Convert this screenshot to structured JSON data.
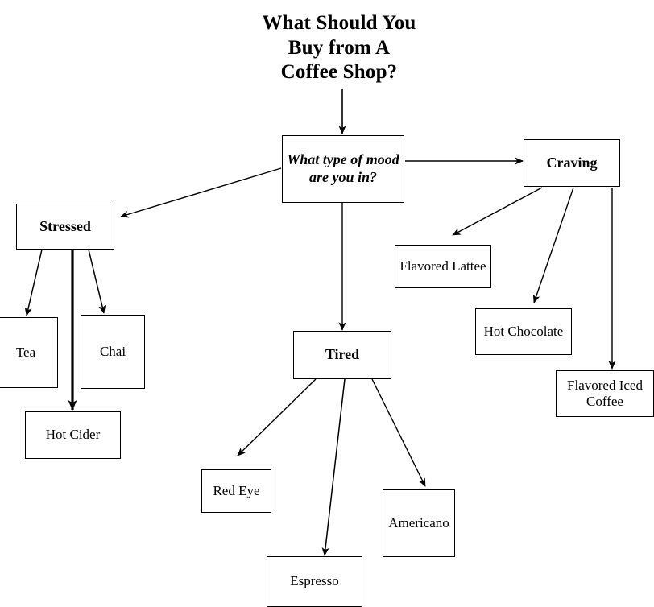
{
  "title": {
    "line1": "What Should You",
    "line2": "Buy from A",
    "line3": "Coffee Shop?"
  },
  "diagram": {
    "type": "flowchart",
    "orientation": "top-down",
    "line_color": "#000000",
    "background_color": "#ffffff",
    "nodes": [
      {
        "id": "mood",
        "label": "What type of mood are you in?",
        "label_line1": "What type of mood",
        "label_line2": "are you in?",
        "role": "decision"
      },
      {
        "id": "stressed",
        "label": "Stressed",
        "role": "branch"
      },
      {
        "id": "craving",
        "label": "Craving",
        "role": "branch"
      },
      {
        "id": "tired",
        "label": "Tired",
        "role": "branch"
      },
      {
        "id": "tea",
        "label": "Tea",
        "role": "leaf"
      },
      {
        "id": "chai",
        "label": "Chai",
        "role": "leaf"
      },
      {
        "id": "hotcider",
        "label": "Hot Cider",
        "role": "leaf"
      },
      {
        "id": "lattee",
        "label": "Flavored Lattee",
        "role": "leaf"
      },
      {
        "id": "hotchoc",
        "label": "Hot Chocolate",
        "role": "leaf"
      },
      {
        "id": "icedcoffee",
        "label": "Flavored Iced Coffee",
        "label_line1": "Flavored Iced",
        "label_line2": "Coffee",
        "role": "leaf"
      },
      {
        "id": "redeye",
        "label": "Red Eye",
        "role": "leaf"
      },
      {
        "id": "espresso",
        "label": "Espresso",
        "role": "leaf"
      },
      {
        "id": "americano",
        "label": "Americano",
        "role": "leaf"
      }
    ],
    "edges": [
      {
        "from": "title",
        "to": "mood"
      },
      {
        "from": "mood",
        "to": "stressed"
      },
      {
        "from": "mood",
        "to": "craving"
      },
      {
        "from": "mood",
        "to": "tired"
      },
      {
        "from": "stressed",
        "to": "tea"
      },
      {
        "from": "stressed",
        "to": "hotcider"
      },
      {
        "from": "stressed",
        "to": "chai"
      },
      {
        "from": "craving",
        "to": "lattee"
      },
      {
        "from": "craving",
        "to": "hotchoc"
      },
      {
        "from": "craving",
        "to": "icedcoffee"
      },
      {
        "from": "tired",
        "to": "redeye"
      },
      {
        "from": "tired",
        "to": "espresso"
      },
      {
        "from": "tired",
        "to": "americano"
      }
    ]
  }
}
